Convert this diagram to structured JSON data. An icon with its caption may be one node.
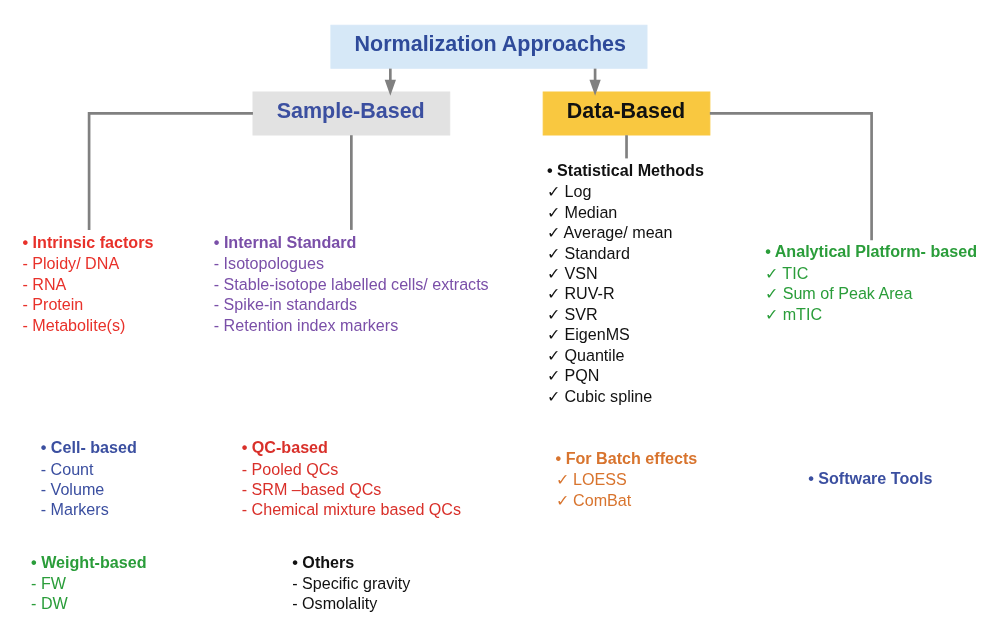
{
  "diagram": {
    "nodes": [
      {
        "text": [
          "Normalization Approaches"
        ]
      },
      {
        "text": [
          "Sample-Based"
        ]
      },
      {
        "text": [
          "Data-Based"
        ]
      },
      {
        "text": [
          "• Intrinsic factors",
          "- Ploidy/ DNA",
          "- RNA",
          "- Protein",
          "- Metabolite(s)"
        ]
      },
      {
        "text": [
          "• Cell- based",
          "- Count",
          "- Volume",
          "- Markers"
        ]
      },
      {
        "text": [
          "• Weight-based",
          "- FW",
          "- DW"
        ]
      },
      {
        "text": [
          "• Internal Standard",
          "- Isotopologues",
          "- Stable-isotope labelled cells/ extracts",
          "- Spike-in standards",
          "- Retention index markers"
        ]
      },
      {
        "text": [
          "• QC-based",
          "- Pooled QCs",
          "- SRM –based QCs",
          "- Chemical mixture based QCs"
        ]
      },
      {
        "text": [
          "• Others",
          "- Specific gravity",
          "- Osmolality"
        ]
      },
      {
        "text": [
          "• Statistical Methods",
          "✓ Log",
          "✓ Median",
          "✓ Average/ mean",
          "✓ Standard",
          "✓ VSN",
          "✓ RUV-R",
          "✓ SVR",
          "✓ EigenMS",
          "✓ Quantile",
          "✓ PQN",
          "✓ Cubic spline"
        ]
      },
      {
        "text": [
          "• For Batch effects",
          "✓ LOESS",
          "✓ ComBat"
        ]
      },
      {
        "text": [
          "• Analytical Platform- based",
          "✓ TIC",
          "✓ Sum of Peak Area",
          "✓ mTIC"
        ]
      },
      {
        "text": [
          "• Software Tools"
        ]
      }
    ],
    "edges": [
      {
        "from": 0,
        "to": 1,
        "arrow": "to"
      },
      {
        "from": 0,
        "to": 2,
        "arrow": "to"
      },
      {
        "from": 1,
        "to": 3,
        "arrow": "none"
      },
      {
        "from": 1,
        "to": 6,
        "arrow": "none"
      },
      {
        "from": 2,
        "to": 9,
        "arrow": "none"
      },
      {
        "from": 2,
        "to": 11,
        "arrow": "none"
      }
    ]
  }
}
